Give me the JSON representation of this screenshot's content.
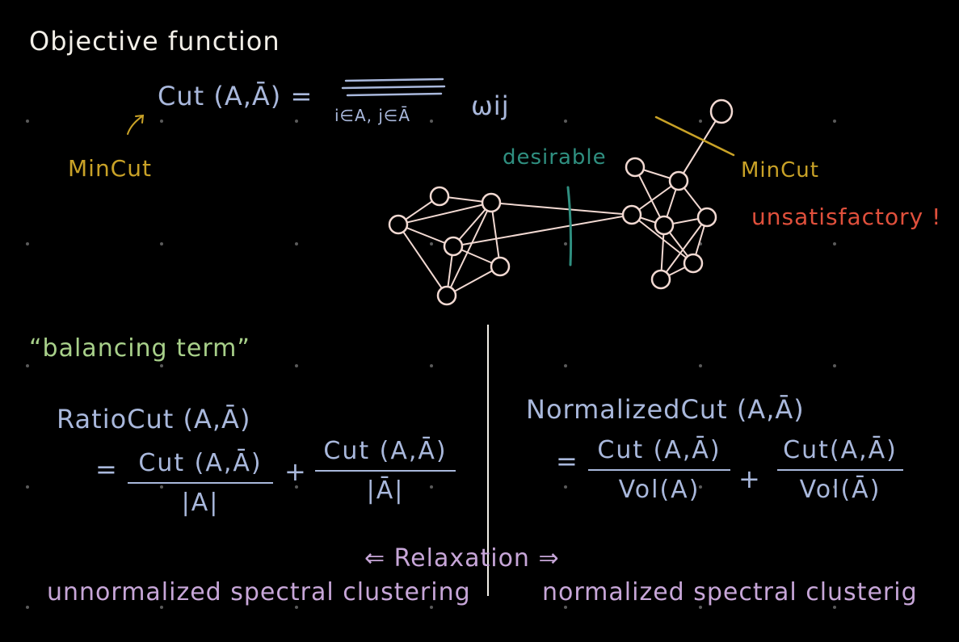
{
  "title": "Objective function",
  "cut_definition": {
    "lhs": "Cut (A,Ā) =",
    "sum_subscript": "i∈A, j∈Ā",
    "term": "ωij"
  },
  "mincut_label_left": "MinCut",
  "desirable_label": "desirable",
  "mincut_label_right": "MinCut",
  "unsatisfactory_label": "unsatisfactory !",
  "balancing_term": "“balancing term”",
  "ratio_cut": {
    "title": "RatioCut (A,Ā)",
    "equals": "=",
    "num1": "Cut (A,Ā)",
    "den1": "|A|",
    "plus": "+",
    "num2": "Cut (A,Ā)",
    "den2": "|Ā|"
  },
  "normalized_cut": {
    "title": "NormalizedCut (A,Ā)",
    "equals": "=",
    "num1": "Cut (A,Ā)",
    "den1": "Vol(A)",
    "plus": "+",
    "num2": "Cut(A,Ā)",
    "den2": "Vol(Ā)"
  },
  "relaxation": "⇐ Relaxation ⇒",
  "left_method": "unnormalized spectral clustering",
  "right_method": "normalized spectral clusterig",
  "colors": {
    "background": "#000000",
    "white": "#f2efe8",
    "blue": "#a9b8dc",
    "gold": "#c9a227",
    "green": "#a8d08a",
    "teal": "#2f8f80",
    "red": "#e0503c",
    "purple": "#c7a6d8"
  },
  "graph": {
    "node_count": 14,
    "edges": [
      [
        0,
        1
      ],
      [
        0,
        2
      ],
      [
        0,
        3
      ],
      [
        0,
        5
      ],
      [
        1,
        3
      ],
      [
        2,
        3
      ],
      [
        2,
        4
      ],
      [
        2,
        5
      ],
      [
        3,
        4
      ],
      [
        3,
        5
      ],
      [
        4,
        5
      ],
      [
        2,
        9
      ],
      [
        3,
        9
      ],
      [
        6,
        7
      ],
      [
        6,
        10
      ],
      [
        7,
        8
      ],
      [
        7,
        10
      ],
      [
        7,
        11
      ],
      [
        7,
        9
      ],
      [
        9,
        10
      ],
      [
        9,
        12
      ],
      [
        10,
        11
      ],
      [
        10,
        12
      ],
      [
        10,
        13
      ],
      [
        11,
        12
      ],
      [
        12,
        13
      ],
      [
        11,
        13
      ],
      [
        8,
        7
      ]
    ]
  }
}
